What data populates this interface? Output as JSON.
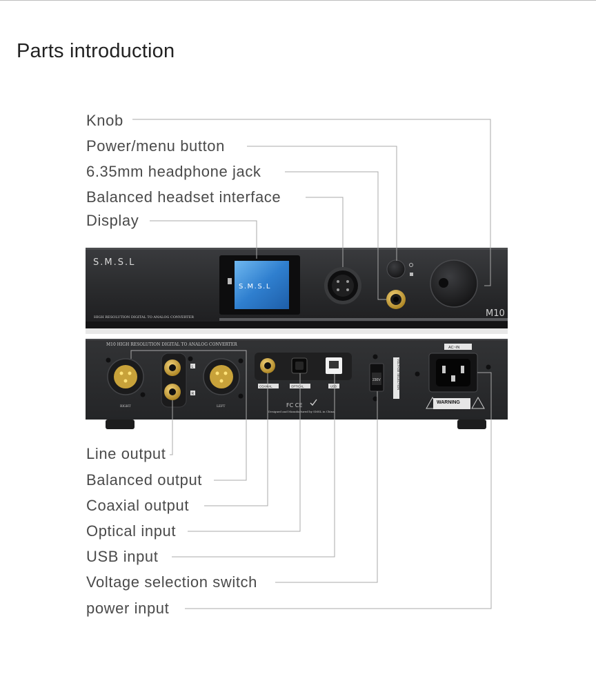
{
  "title": "Parts introduction",
  "front_callouts": [
    {
      "label": "Knob"
    },
    {
      "label": "Power/menu button"
    },
    {
      "label": "6.35mm headphone jack"
    },
    {
      "label": "Balanced headset interface"
    },
    {
      "label": "Display"
    }
  ],
  "rear_callouts": [
    {
      "label": "Line output"
    },
    {
      "label": "Balanced output"
    },
    {
      "label": "Coaxial output"
    },
    {
      "label": "Optical input"
    },
    {
      "label": "USB input"
    },
    {
      "label": "Voltage selection switch"
    },
    {
      "label": "power input"
    }
  ],
  "device": {
    "brand": "S.M.S.L",
    "front_caption": "HIGH RESOLUTION DIGITAL TO ANALOG CONVERTER",
    "model": "M10",
    "rear_caption": "M10  HIGH RESOLUTION DIGITAL TO ANALOG CONVERTER",
    "port_right": "RIGHT",
    "port_left": "LEFT",
    "port_coaxial": "COAXIAL",
    "port_optical": "OPTICAL",
    "port_usb": "USB",
    "port_ac": "AC~IN",
    "voltage_value": "230V",
    "voltage_label": "VOLTAGE SELECTION",
    "line_l": "L",
    "line_r": "R",
    "cert_marks": "FC CE",
    "manufacturer_note": "Designed and Manufactured by SMSL in China",
    "warning": "WARNING"
  },
  "colors": {
    "chassis": "#2b2c2e",
    "chassis_dark": "#1a1a1b",
    "gold": "#d9b24a",
    "display_blue": "#3b8fd9",
    "leader": "#a8a8a8"
  }
}
